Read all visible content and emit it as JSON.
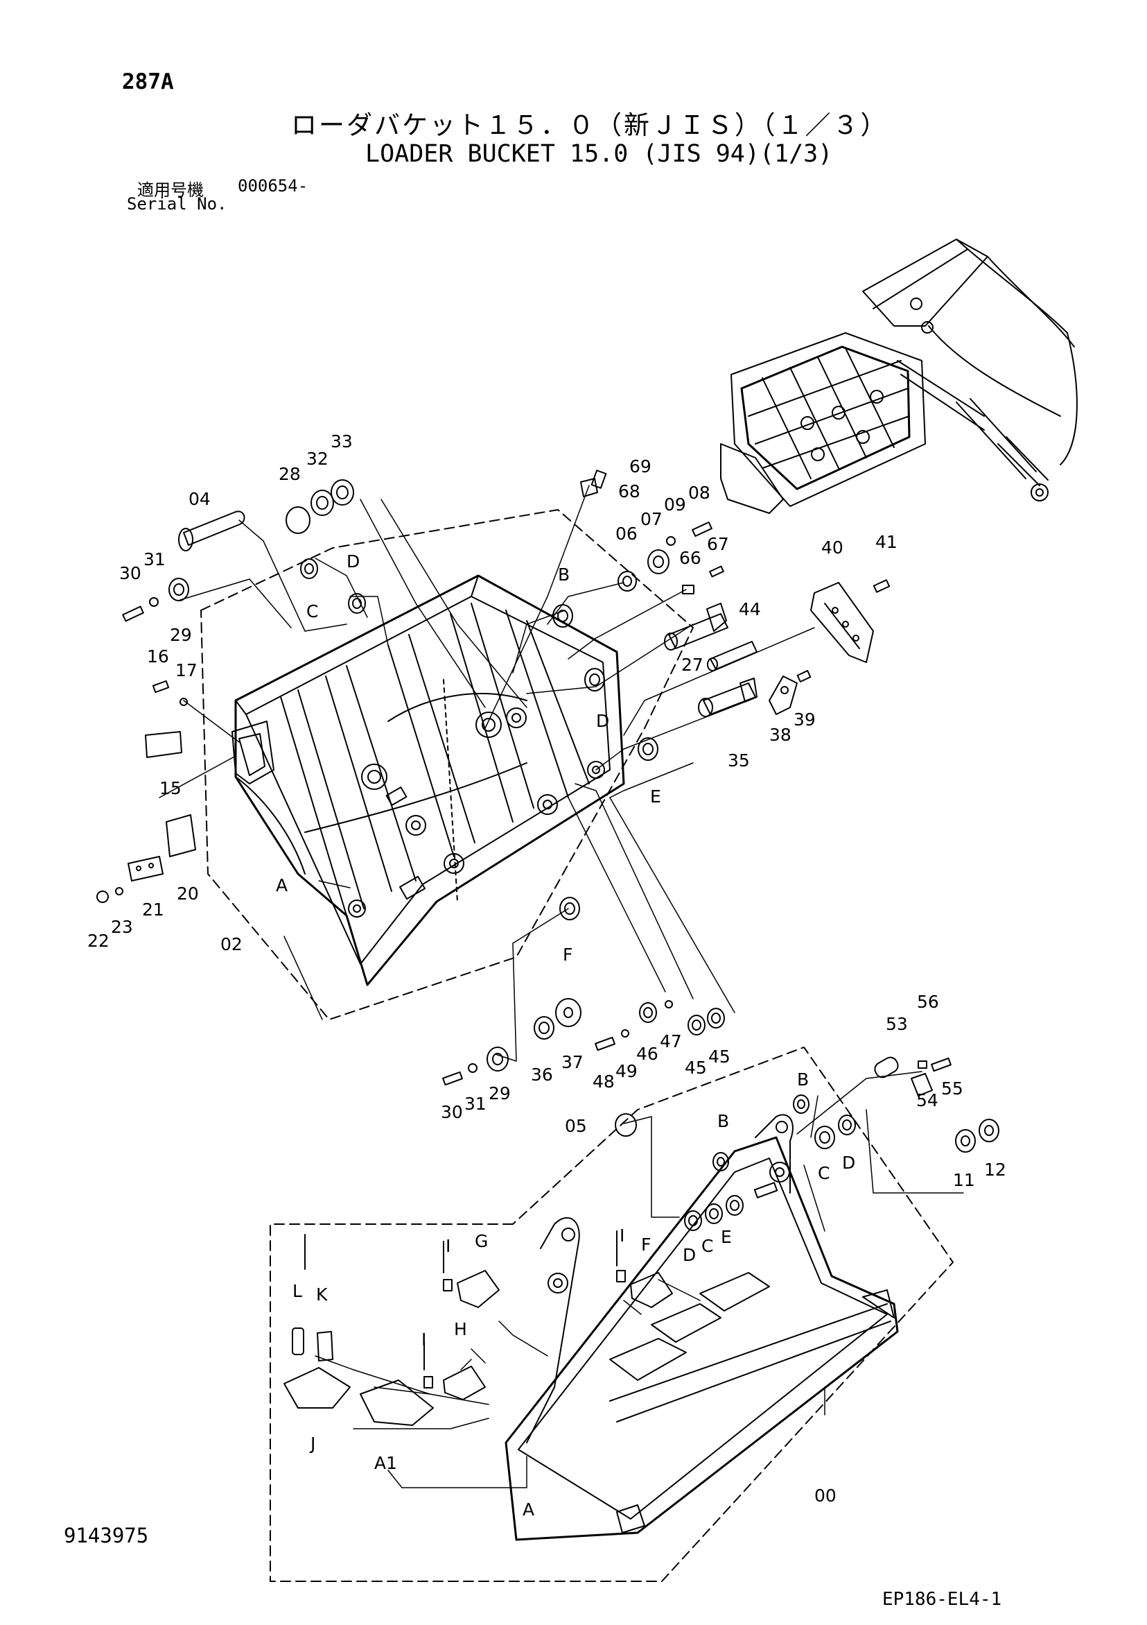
{
  "header": {
    "page_number": "287A",
    "title_jp": "ローダバケット１５．０（新ＪＩＳ）（１／３）",
    "title_en": "LOADER BUCKET 15.0 (JIS 94)(1/3)",
    "serial_label_jp": "適用号機",
    "serial_label_en": "Serial No.",
    "serial_value": "000654-"
  },
  "footer": {
    "doc_number": "9143975",
    "drawing_code": "EP186-EL4-1"
  },
  "callouts": [
    {
      "id": "p04",
      "label": "04"
    },
    {
      "id": "p28",
      "label": "28"
    },
    {
      "id": "p32",
      "label": "32"
    },
    {
      "id": "p33",
      "label": "33"
    },
    {
      "id": "p69",
      "label": "69"
    },
    {
      "id": "p68",
      "label": "68"
    },
    {
      "id": "p30a",
      "label": "30"
    },
    {
      "id": "p31a",
      "label": "31"
    },
    {
      "id": "p29a",
      "label": "29"
    },
    {
      "id": "pC1",
      "label": "C"
    },
    {
      "id": "pD1",
      "label": "D"
    },
    {
      "id": "pB1",
      "label": "B"
    },
    {
      "id": "p06",
      "label": "06"
    },
    {
      "id": "p07",
      "label": "07"
    },
    {
      "id": "p09",
      "label": "09"
    },
    {
      "id": "p08",
      "label": "08"
    },
    {
      "id": "p67",
      "label": "67"
    },
    {
      "id": "p66",
      "label": "66"
    },
    {
      "id": "p40",
      "label": "40"
    },
    {
      "id": "p41",
      "label": "41"
    },
    {
      "id": "p44",
      "label": "44"
    },
    {
      "id": "p27",
      "label": "27"
    },
    {
      "id": "pD2",
      "label": "D"
    },
    {
      "id": "p16",
      "label": "16"
    },
    {
      "id": "p17",
      "label": "17"
    },
    {
      "id": "p15",
      "label": "15"
    },
    {
      "id": "p39",
      "label": "39"
    },
    {
      "id": "p38",
      "label": "38"
    },
    {
      "id": "p35",
      "label": "35"
    },
    {
      "id": "pE1",
      "label": "E"
    },
    {
      "id": "p20",
      "label": "20"
    },
    {
      "id": "p21",
      "label": "21"
    },
    {
      "id": "p22",
      "label": "22"
    },
    {
      "id": "p23",
      "label": "23"
    },
    {
      "id": "pA1",
      "label": "A"
    },
    {
      "id": "p02",
      "label": "02"
    },
    {
      "id": "pF1",
      "label": "F"
    },
    {
      "id": "p56",
      "label": "56"
    },
    {
      "id": "p53",
      "label": "53"
    },
    {
      "id": "p55",
      "label": "55"
    },
    {
      "id": "p54",
      "label": "54"
    },
    {
      "id": "p36",
      "label": "36"
    },
    {
      "id": "p37",
      "label": "37"
    },
    {
      "id": "p48",
      "label": "48"
    },
    {
      "id": "p49",
      "label": "49"
    },
    {
      "id": "p46",
      "label": "46"
    },
    {
      "id": "p47",
      "label": "47"
    },
    {
      "id": "p45a",
      "label": "45"
    },
    {
      "id": "p45b",
      "label": "45"
    },
    {
      "id": "p30b",
      "label": "30"
    },
    {
      "id": "p31b",
      "label": "31"
    },
    {
      "id": "p29b",
      "label": "29"
    },
    {
      "id": "pB2",
      "label": "B"
    },
    {
      "id": "pB3",
      "label": "B"
    },
    {
      "id": "p05",
      "label": "05"
    },
    {
      "id": "pC2",
      "label": "C"
    },
    {
      "id": "pD3",
      "label": "D"
    },
    {
      "id": "p11",
      "label": "11"
    },
    {
      "id": "p12",
      "label": "12"
    },
    {
      "id": "pD4",
      "label": "D"
    },
    {
      "id": "pC3",
      "label": "C"
    },
    {
      "id": "pE2",
      "label": "E"
    },
    {
      "id": "pG",
      "label": "G"
    },
    {
      "id": "pF2",
      "label": "F"
    },
    {
      "id": "pL",
      "label": "L"
    },
    {
      "id": "pK",
      "label": "K"
    },
    {
      "id": "pH",
      "label": "H"
    },
    {
      "id": "pI1",
      "label": "I"
    },
    {
      "id": "pI2",
      "label": "I"
    },
    {
      "id": "pI3",
      "label": "I"
    },
    {
      "id": "pJ",
      "label": "J"
    },
    {
      "id": "pA1b",
      "label": "A1"
    },
    {
      "id": "pA2",
      "label": "A"
    },
    {
      "id": "p00",
      "label": "00"
    }
  ]
}
